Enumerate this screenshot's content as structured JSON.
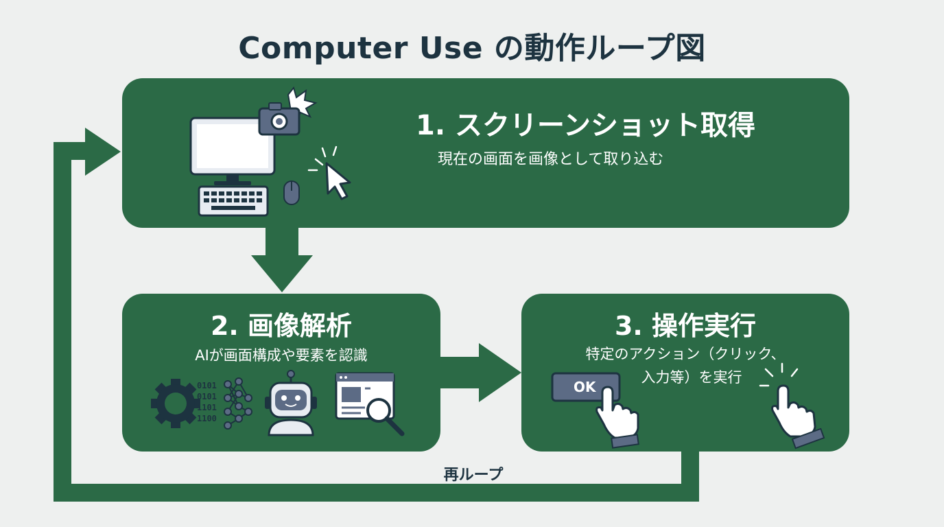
{
  "title": "Computer Use の動作ループ図",
  "colors": {
    "box_green": "#2b6a46",
    "dark_navy": "#1d3340",
    "icon_gray": "#5c6b85",
    "background": "#eef0ef"
  },
  "steps": [
    {
      "title": "1. スクリーンショット取得",
      "description": "現在の画面を画像として取り込む",
      "icons": [
        "monitor-icon",
        "camera-icon",
        "keyboard-icon",
        "mouse-icon",
        "cursor-click-icon"
      ]
    },
    {
      "title": "2. 画像解析",
      "description": "AIが画面構成や要素を認識",
      "icons": [
        "gear-icon",
        "neural-network-icon",
        "robot-icon",
        "webpage-search-icon"
      ],
      "binary_lines": [
        "0101",
        "0101",
        "1101",
        "1100"
      ]
    },
    {
      "title": "3. 操作実行",
      "description_line1": "特定のアクション（クリック、",
      "description_line2": "入力等）を実行",
      "ok_button_label": "OK",
      "icons": [
        "ok-button-icon",
        "pointing-hand-icon",
        "clicking-hand-icon"
      ]
    }
  ],
  "loop_label": "再ループ"
}
